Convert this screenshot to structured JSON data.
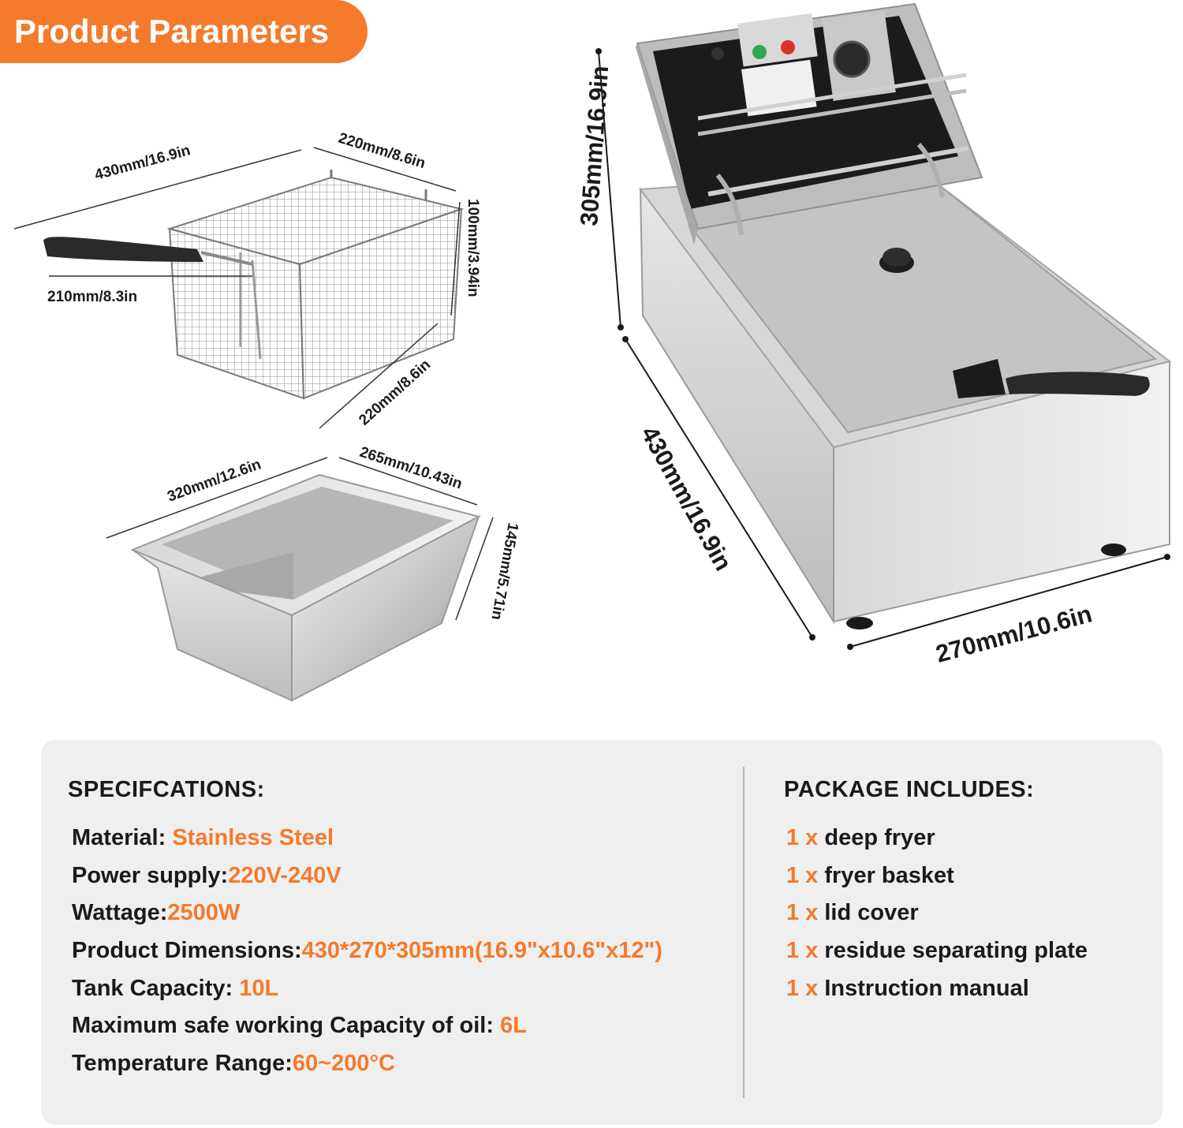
{
  "header": {
    "title": "Product Parameters"
  },
  "basket_dimensions": {
    "length": "430mm/16.9in",
    "width_top": "220mm/8.6in",
    "height": "100mm/3.94in",
    "width_bottom": "220mm/8.6in",
    "handle": "210mm/8.3in"
  },
  "tank_dimensions": {
    "length": "320mm/12.6in",
    "width": "265mm/10.43in",
    "height": "145mm/5.71in"
  },
  "fryer_dimensions": {
    "height": "305mm/16.9in",
    "length": "430mm/16.9in",
    "width": "270mm/10.6in"
  },
  "specifications": {
    "heading": "SPECIFCATIONS:",
    "items": [
      {
        "label": "Material: ",
        "value": "Stainless Steel"
      },
      {
        "label": "Power supply:",
        "value": "220V-240V"
      },
      {
        "label": "Wattage:",
        "value": "2500W"
      },
      {
        "label": "Product Dimensions:",
        "value": "430*270*305mm(16.9\"x10.6\"x12\")"
      },
      {
        "label": "Tank Capacity: ",
        "value": "10L"
      },
      {
        "label": "Maximum safe working Capacity of oil: ",
        "value": "6L"
      },
      {
        "label": "Temperature Range:",
        "value": "60~200°C"
      }
    ]
  },
  "package": {
    "heading": "PACKAGE INCLUDES:",
    "items": [
      {
        "qty": "1 x ",
        "text": "deep fryer"
      },
      {
        "qty": "1 x ",
        "text": "fryer basket"
      },
      {
        "qty": "1 x ",
        "text": "lid cover"
      },
      {
        "qty": "1 x ",
        "text": "residue separating plate"
      },
      {
        "qty": "1 x ",
        "text": "Instruction manual"
      }
    ]
  },
  "colors": {
    "accent": "#f47a2c",
    "panel": "#efefef",
    "text": "#1a1a1a"
  }
}
